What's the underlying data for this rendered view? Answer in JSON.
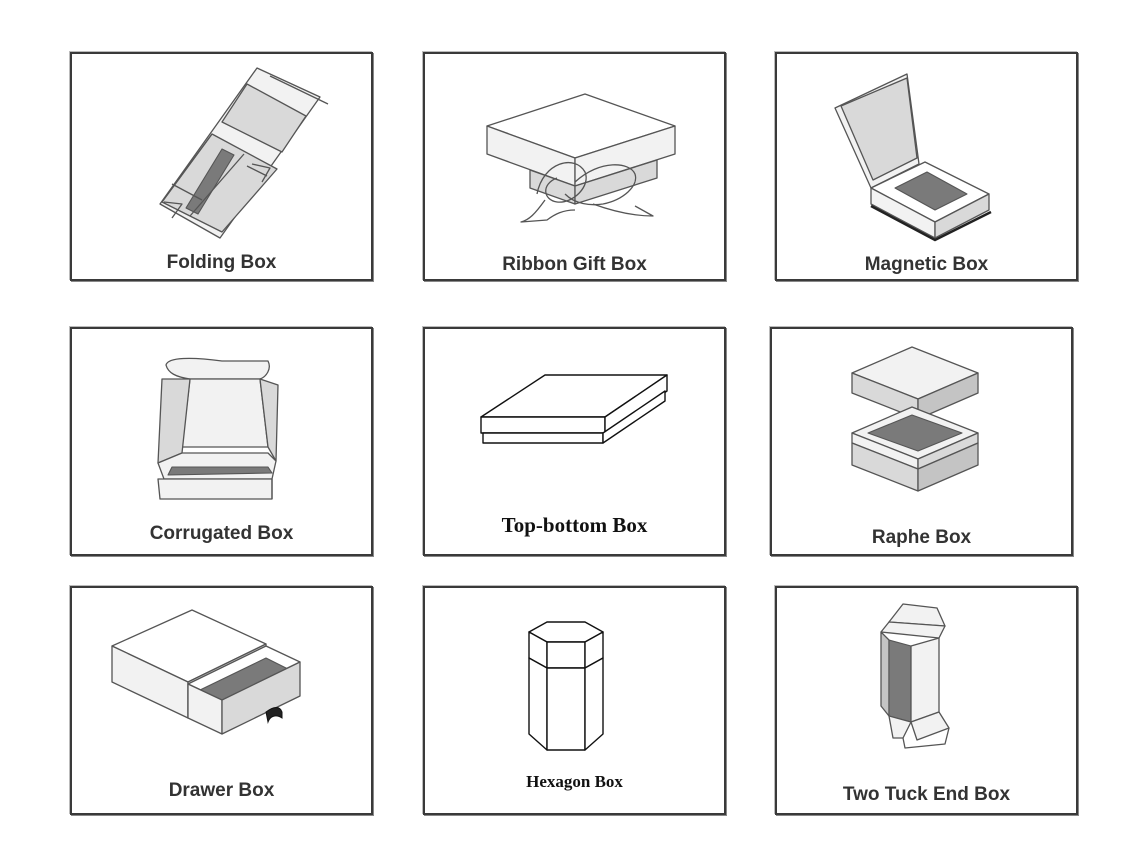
{
  "boxes": [
    {
      "label": "Folding Box",
      "icon": "folding-box-icon"
    },
    {
      "label": "Ribbon Gift Box",
      "icon": "ribbon-gift-box-icon"
    },
    {
      "label": "Magnetic Box",
      "icon": "magnetic-box-icon"
    },
    {
      "label": "Corrugated Box",
      "icon": "corrugated-box-icon"
    },
    {
      "label": "Top-bottom Box",
      "icon": "top-bottom-box-icon"
    },
    {
      "label": "Raphe Box",
      "icon": "raphe-box-icon"
    },
    {
      "label": "Drawer Box",
      "icon": "drawer-box-icon"
    },
    {
      "label": "Hexagon Box",
      "icon": "hexagon-box-icon"
    },
    {
      "label": "Two Tuck End Box",
      "icon": "two-tuck-end-box-icon"
    }
  ],
  "colors": {
    "border": "#3a3a3a",
    "line": "#555555",
    "fill_light": "#f2f2f2",
    "fill_mid": "#d9d9d9",
    "fill_dark": "#7a7a7a"
  }
}
